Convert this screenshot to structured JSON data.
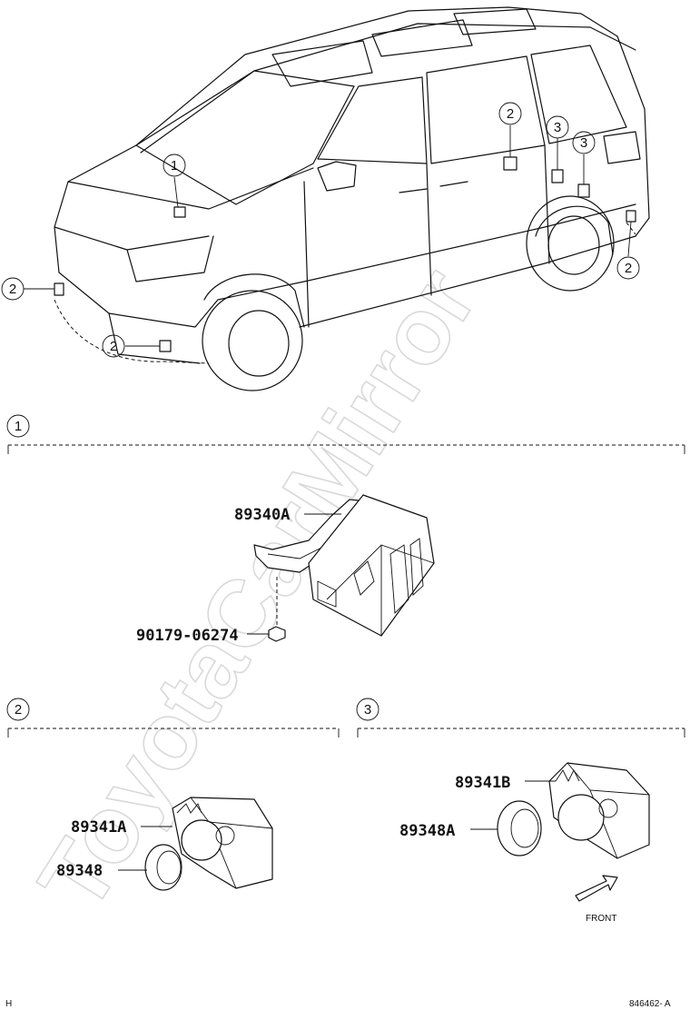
{
  "watermark": "ToyotaCarMirror",
  "callouts": [
    "1",
    "2",
    "2",
    "2",
    "2",
    "3",
    "3"
  ],
  "sections": [
    {
      "num": "1"
    },
    {
      "num": "2"
    },
    {
      "num": "3"
    }
  ],
  "parts": {
    "ecu": "89340A",
    "nut": "90179-06274",
    "sensor_a": "89341A",
    "retainer": "89348",
    "sensor_b": "89341B",
    "retainer_a": "89348A"
  },
  "front_label": "FRONT",
  "diagram_code": "846462- A",
  "corner_mark": "H"
}
